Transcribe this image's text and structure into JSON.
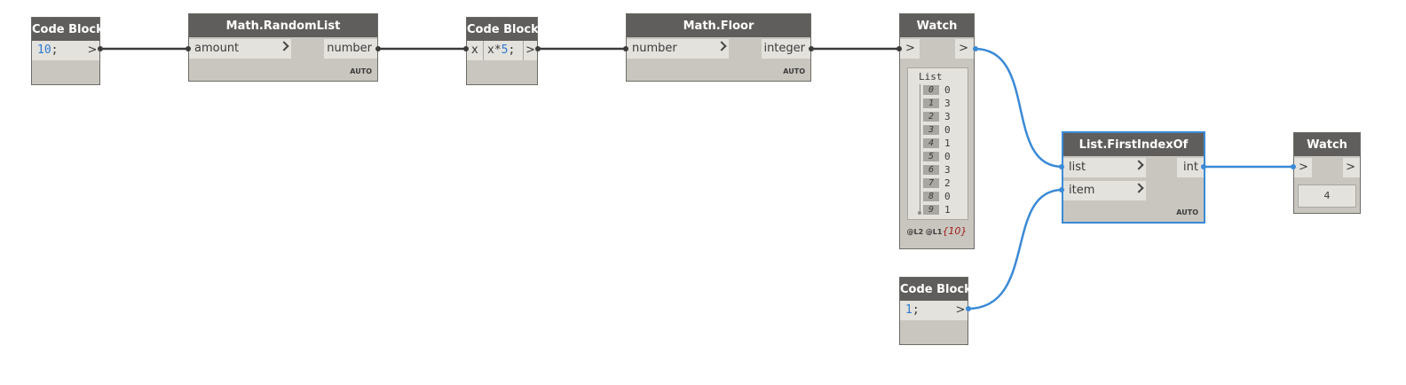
{
  "nodes": {
    "cb1": {
      "title": "Code Block",
      "code_num": "10",
      "code_rest": ";",
      "out": ">"
    },
    "rand": {
      "title": "Math.RandomList",
      "in1": "amount",
      "out1": "number",
      "lacing": "AUTO"
    },
    "cb2": {
      "title": "Code Block",
      "in_x": "x",
      "code_a": "x*",
      "code_num": "5",
      "code_b": ";",
      "out": ">"
    },
    "floor": {
      "title": "Math.Floor",
      "in1": "number",
      "out1": "integer",
      "lacing": "AUTO"
    },
    "watch1": {
      "title": "Watch",
      "in": ">",
      "out": ">",
      "list_label": "List",
      "items": [
        {
          "index": "0",
          "value": "0"
        },
        {
          "index": "1",
          "value": "3"
        },
        {
          "index": "2",
          "value": "3"
        },
        {
          "index": "3",
          "value": "0"
        },
        {
          "index": "4",
          "value": "1"
        },
        {
          "index": "5",
          "value": "0"
        },
        {
          "index": "6",
          "value": "3"
        },
        {
          "index": "7",
          "value": "2"
        },
        {
          "index": "8",
          "value": "0"
        },
        {
          "index": "9",
          "value": "1"
        }
      ],
      "levels_l2": "@L2",
      "levels_l1": "@L1",
      "count": "{10}"
    },
    "cb3": {
      "title": "Code Block",
      "code_num": "1",
      "code_rest": ";",
      "out": ">"
    },
    "firstindex": {
      "title": "List.FirstIndexOf",
      "in1": "list",
      "in2": "item",
      "out1": "int",
      "lacing": "AUTO"
    },
    "watch2": {
      "title": "Watch",
      "in": ">",
      "out": ">",
      "value": "4"
    }
  },
  "colors": {
    "wire_default": "#3b3b3b",
    "wire_selected": "#3a8ad6",
    "header": "#5f5e5c",
    "body": "#c9c6bf",
    "number_literal": "#2f7ad0",
    "count_literal": "#a11b1b"
  }
}
